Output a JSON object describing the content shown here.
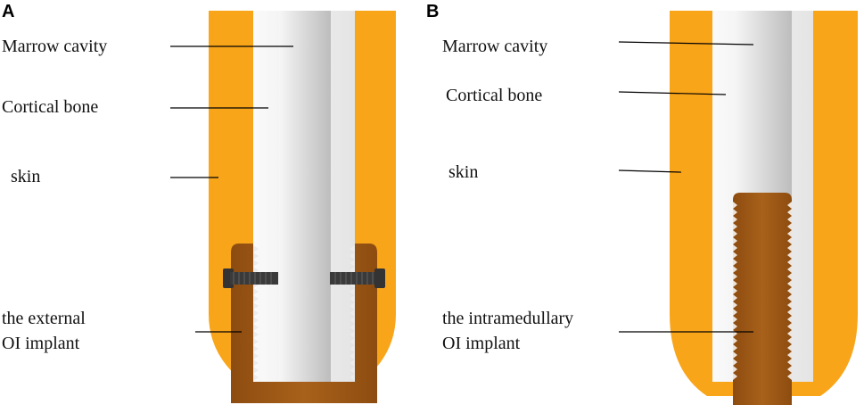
{
  "colors": {
    "skin": "#F9A51A",
    "cortical_bone": "#ECECEC",
    "marrow_cavity": "#D8D8D8",
    "implant": "#A05A14",
    "screw": "#3A3A3A"
  },
  "panel_a": {
    "letter": "A",
    "labels": {
      "marrow_cavity": "Marrow cavity",
      "cortical_bone": "Cortical bone",
      "skin": "skin",
      "implant_line1": "the external",
      "implant_line2": "OI implant"
    }
  },
  "panel_b": {
    "letter": "B",
    "labels": {
      "marrow_cavity": "Marrow cavity",
      "cortical_bone": "Cortical bone",
      "skin": "skin",
      "implant_line1": "the intramedullary",
      "implant_line2": "OI implant"
    }
  }
}
